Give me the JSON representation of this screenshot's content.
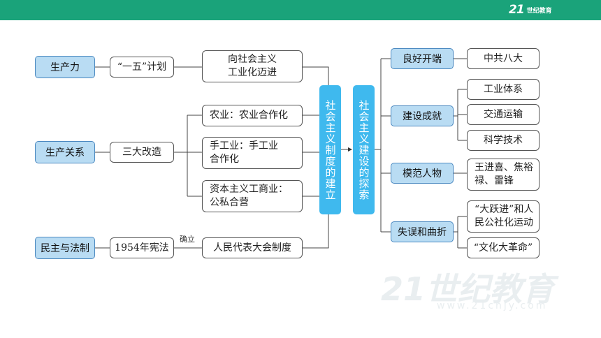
{
  "brand": {
    "mark": "21",
    "name": "世纪教育"
  },
  "watermark": {
    "mark": "21世纪教育",
    "url": "www.21cnjy.com"
  },
  "left_categories": [
    "生产力",
    "生产关系",
    "民主与法制"
  ],
  "left_mid": [
    "“一五”计划",
    "三大改造",
    "1954年宪法"
  ],
  "mid_nodes": {
    "industrialization": "向社会主义\n工业化迈进",
    "agriculture": "农业：农业合作化",
    "handicraft": "手工业：手工业\n合作化",
    "capitalist": "资本主义工商业：\n公私合营",
    "congress": "人民代表大会制度"
  },
  "edge_label": "确立",
  "center_left": "社会主义制度的建立",
  "center_right": "社会主义建设的探索",
  "right_categories": [
    "良好开端",
    "建设成就",
    "模范人物",
    "失误和曲折"
  ],
  "right_items": {
    "start": "中共八大",
    "achievements": [
      "工业体系",
      "交通运输",
      "科学技术"
    ],
    "models": "王进喜、焦裕\n禄、雷锋",
    "mistakes": [
      "“大跃进”和人\n民公社化运动",
      "“文化大革命”"
    ]
  }
}
